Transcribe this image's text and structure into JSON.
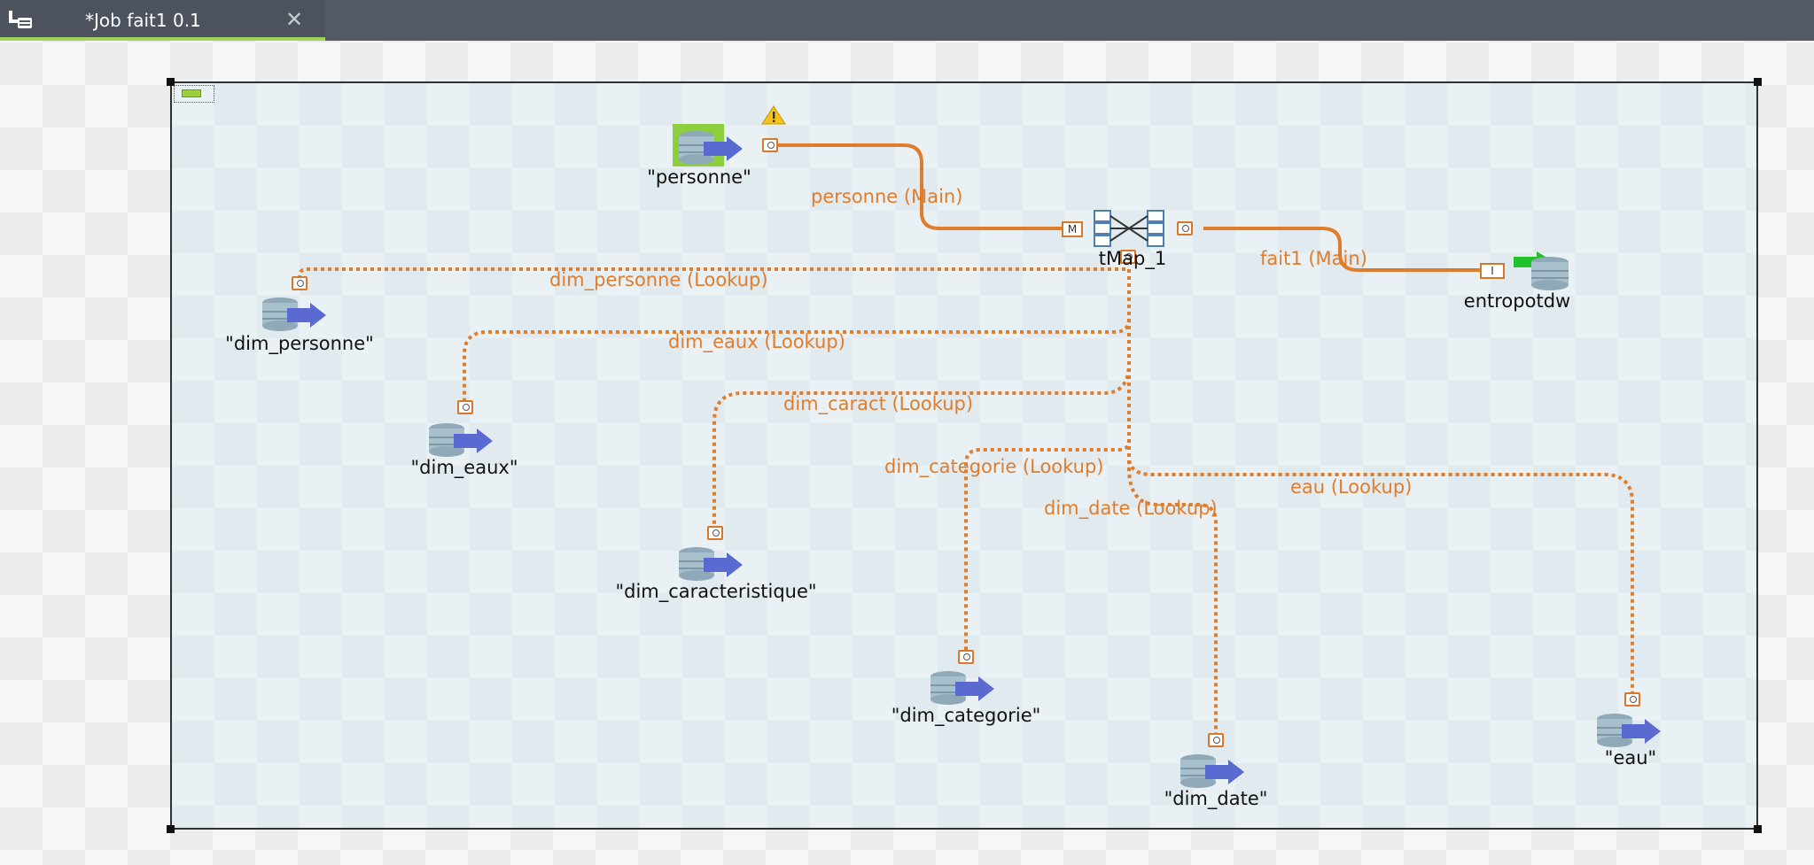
{
  "tab": {
    "title": "*Job fait1 0.1",
    "icon": "job-designer-icon",
    "close_glyph": "✕"
  },
  "colors": {
    "link_orange": "#e07d2c",
    "selection_green": "#8ccf3d",
    "titlebar": "#525a66",
    "tab_underline": "#a3d15f"
  },
  "components": {
    "personne": {
      "label": "\"personne\"",
      "icon": "database-input-icon",
      "selected": true,
      "warning": true
    },
    "tmap": {
      "label": "tMap_1",
      "icon": "tmap-icon"
    },
    "entropotdw": {
      "label": "entropotdw",
      "icon": "database-output-icon"
    },
    "dim_personne": {
      "label": "\"dim_personne\"",
      "icon": "database-input-icon"
    },
    "dim_eaux": {
      "label": "\"dim_eaux\"",
      "icon": "database-input-icon"
    },
    "dim_caracteristique": {
      "label": "\"dim_caracteristique\"",
      "icon": "database-input-icon"
    },
    "dim_categorie": {
      "label": "\"dim_categorie\"",
      "icon": "database-input-icon"
    },
    "dim_date": {
      "label": "\"dim_date\"",
      "icon": "database-input-icon"
    },
    "eau": {
      "label": "\"eau\"",
      "icon": "database-input-icon"
    }
  },
  "links": {
    "personne_main": "personne (Main)",
    "fait1_main": "fait1 (Main)",
    "dim_personne_lookup": "dim_personne (Lookup)",
    "dim_eaux_lookup": "dim_eaux (Lookup)",
    "dim_caract_lookup": "dim_caract (Lookup)",
    "dim_categorie_lookup": "dim_categorie (Lookup)",
    "dim_date_lookup": "dim_date (Lookup)",
    "eau_lookup": "eau (Lookup)"
  },
  "ports": {
    "main_in": "M",
    "main_out_in": "I"
  }
}
